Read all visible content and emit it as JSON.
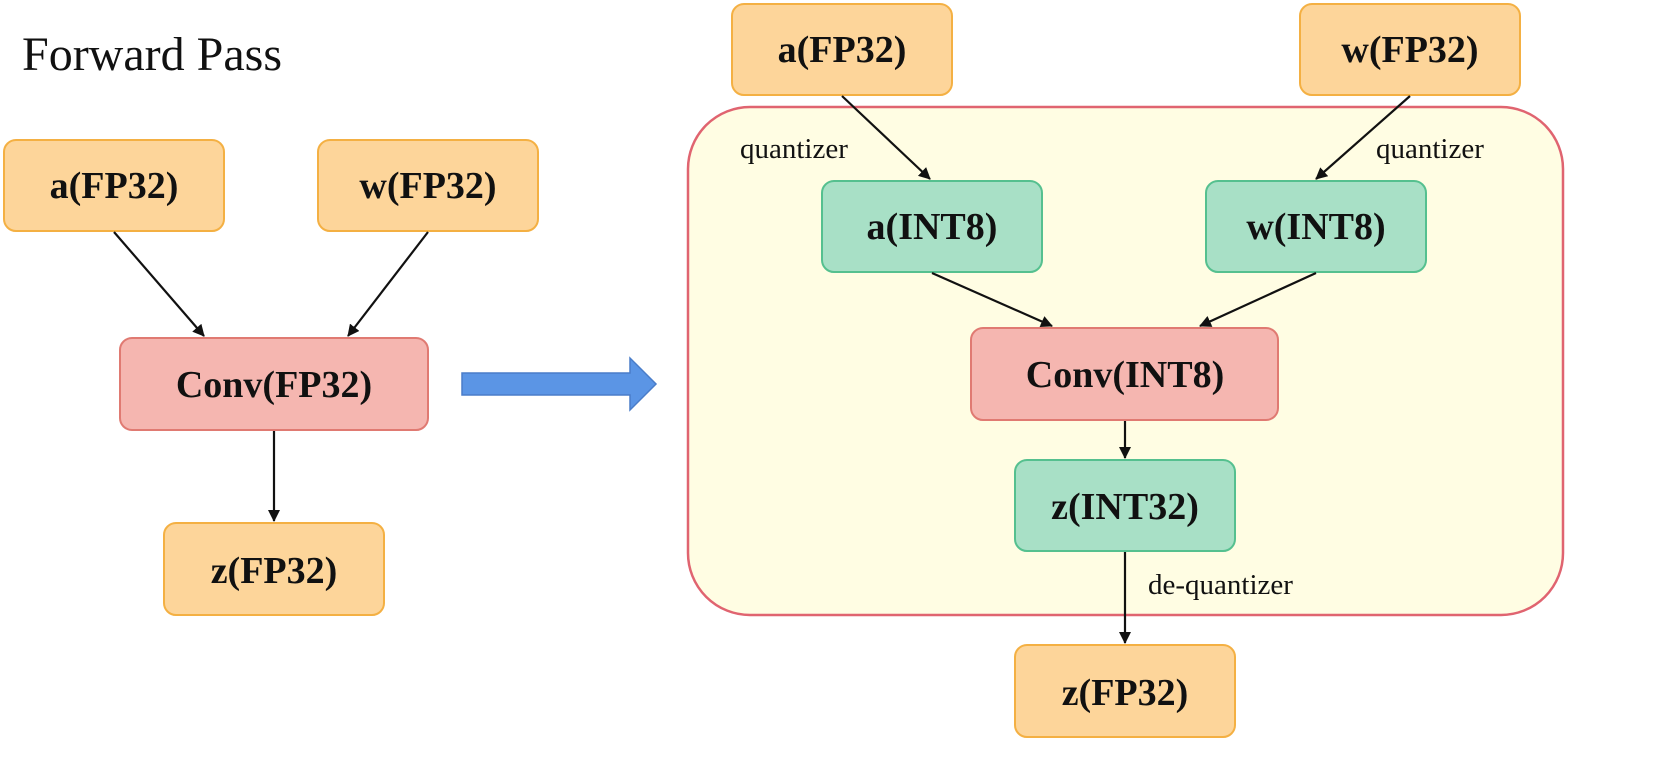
{
  "title": "Forward Pass",
  "colors": {
    "fp32_fill": "#fdd59a",
    "fp32_stroke": "#f4b043",
    "conv_fill": "#f5b6b0",
    "conv_stroke": "#e07a72",
    "int_fill": "#a8e0c6",
    "int_stroke": "#55c08f",
    "region_fill": "#fffde3",
    "region_stroke": "#e06470",
    "arrow_fill": "#5b95e5",
    "arrow_stroke": "#4a7dc9",
    "edge": "#111111"
  },
  "left_graph": {
    "nodes": {
      "a": "a(FP32)",
      "w": "w(FP32)",
      "conv": "Conv(FP32)",
      "z": "z(FP32)"
    }
  },
  "transform_arrow": {
    "icon": "right-arrow-icon"
  },
  "right_graph": {
    "nodes": {
      "a_fp32": "a(FP32)",
      "w_fp32": "w(FP32)",
      "a_int8": "a(INT8)",
      "w_int8": "w(INT8)",
      "conv": "Conv(INT8)",
      "z_int32": "z(INT32)",
      "z_fp32": "z(FP32)"
    },
    "edge_labels": {
      "quantizer_left": "quantizer",
      "quantizer_right": "quantizer",
      "dequantizer": "de-quantizer"
    }
  }
}
